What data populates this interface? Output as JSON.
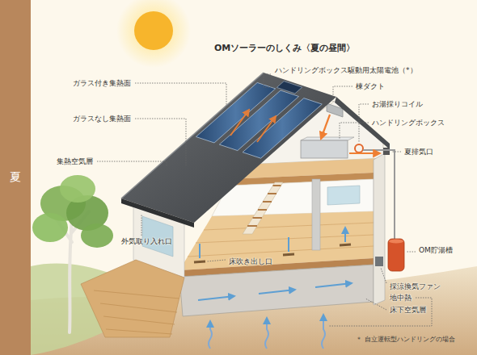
{
  "diagram": {
    "title": "OMソーラーのしくみ〈夏の昼間〉",
    "nodes": [
      {
        "text": [
          "夏"
        ]
      }
    ],
    "labels": [
      "ハンドリングボックス駆動用太陽電池（*）",
      "ガラス付き集熱面",
      "棟ダクト",
      "ガラスなし集熱面",
      "お湯採りコイル",
      "ハンドリングボックス",
      "夏排気口",
      "集熱空気層",
      "外気取り入れ口",
      "床吹き出し口",
      "OM貯湯槽",
      "採涼換気ファン",
      "地中熱",
      "床下空気層",
      "＊ 自立運転型ハンドリングの場合"
    ]
  }
}
